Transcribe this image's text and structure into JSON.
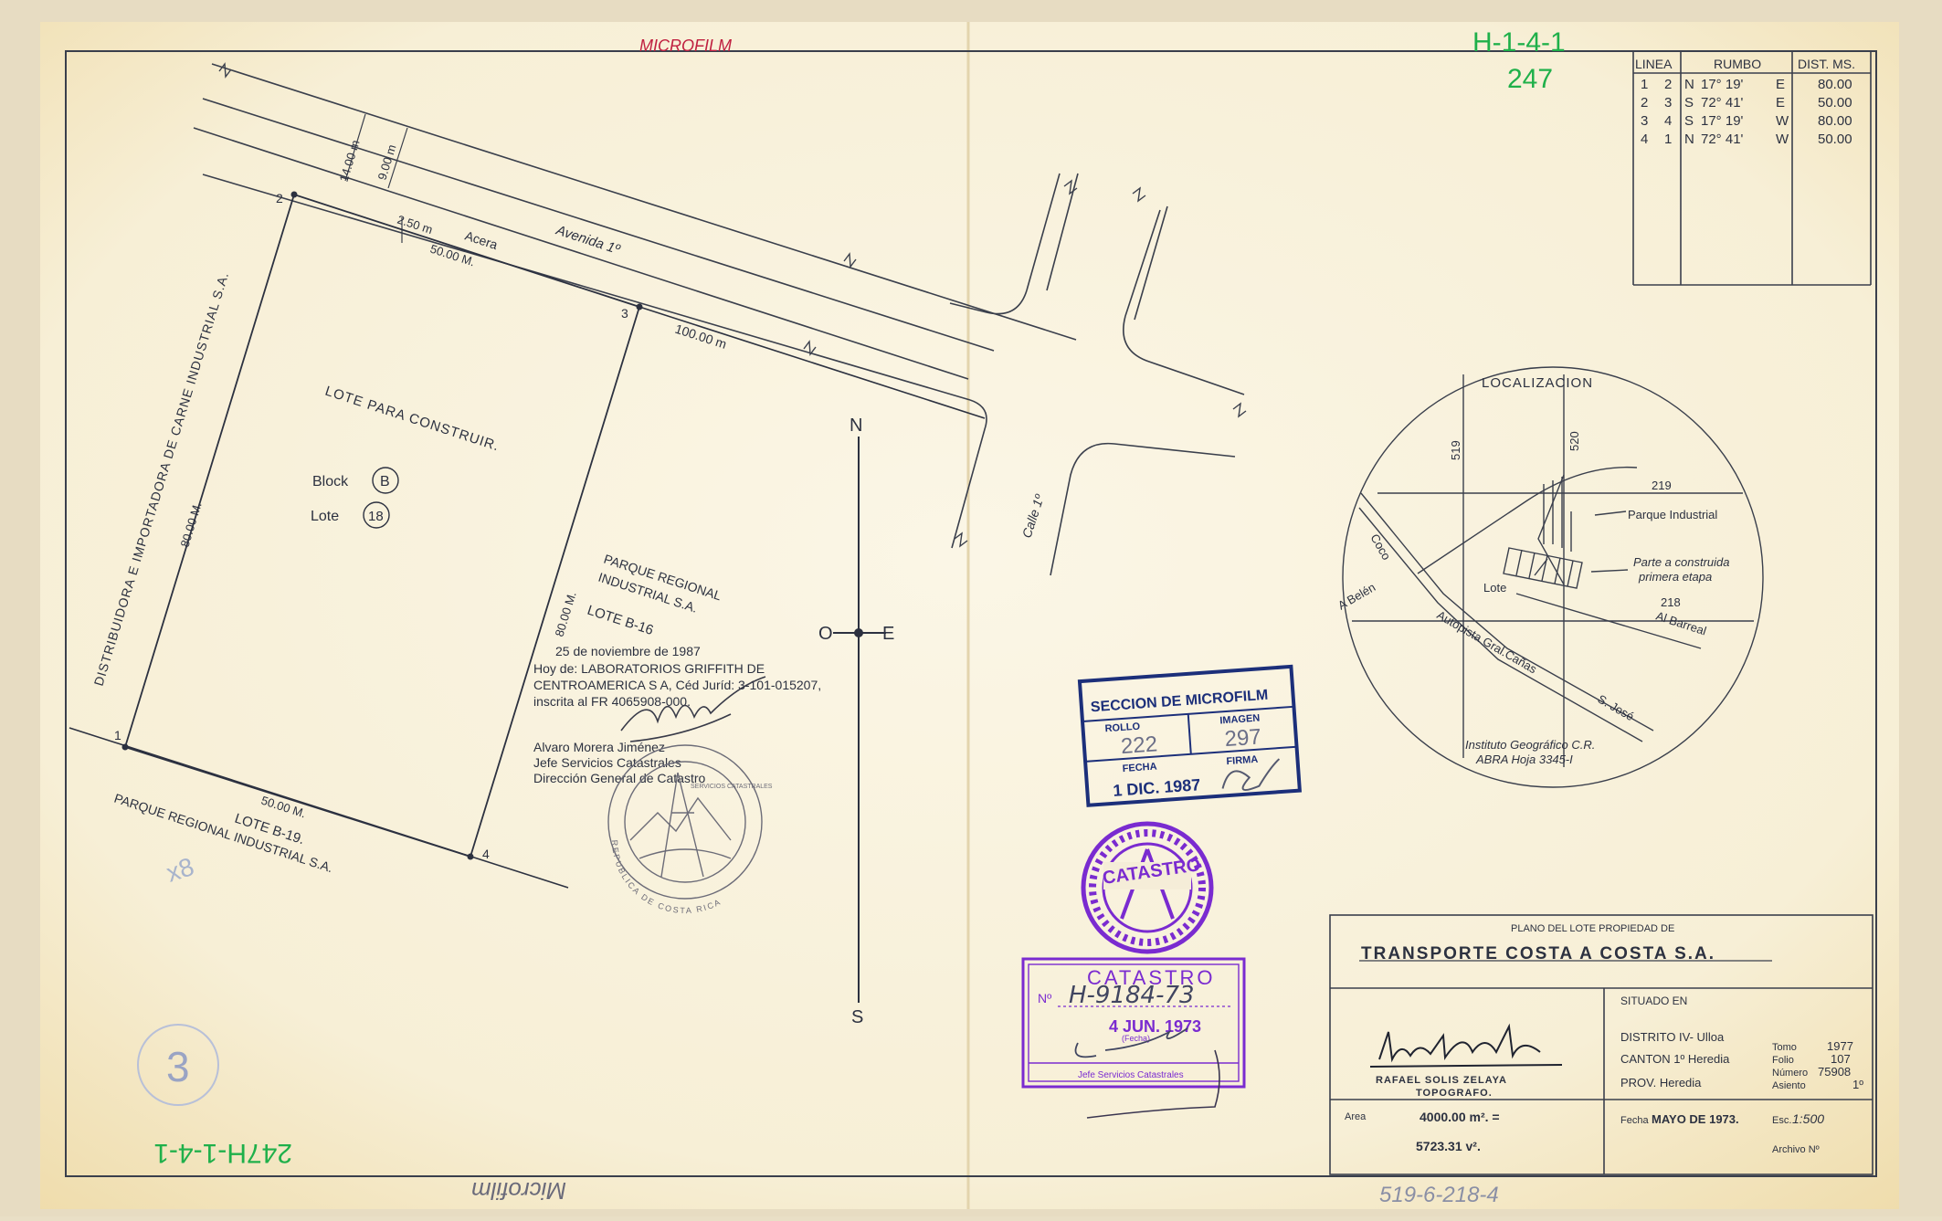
{
  "margin_notes": {
    "top_microfilm": "MICROFILM",
    "top_right_code": "H-1-4-1",
    "top_right_number": "247",
    "bottom_left_code": "247H-1-4-1",
    "bottom_microfilm": "Microfilm",
    "bottom_reference": "519-6-218-4",
    "circled_number": "3"
  },
  "bearings_table": {
    "headers": [
      "LINEA",
      "RUMBO",
      "DIST. MS."
    ],
    "rows": [
      {
        "from": "1",
        "to": "2",
        "ns": "N",
        "angle": "17° 19'",
        "ew": "E",
        "dist": "80.00"
      },
      {
        "from": "2",
        "to": "3",
        "ns": "S",
        "angle": "72° 41'",
        "ew": "E",
        "dist": "50.00"
      },
      {
        "from": "3",
        "to": "4",
        "ns": "S",
        "angle": "17° 19'",
        "ew": "W",
        "dist": "80.00"
      },
      {
        "from": "4",
        "to": "1",
        "ns": "N",
        "angle": "72° 41'",
        "ew": "W",
        "dist": "50.00"
      }
    ]
  },
  "plan": {
    "lot_label": "LOTE PARA CONSTRUIR.",
    "block_label": "Block",
    "block_value": "B",
    "lote_label": "Lote",
    "lote_value": "18",
    "west_owner": "DISTRIBUIDORA E IMPORTADORA DE CARNE INDUSTRIAL S.A.",
    "west_dist": "80.00 M.",
    "east_dist": "80.00 M.",
    "north_dist": "50.00 M.",
    "south_dist": "50.00 M.",
    "road_name": "Avenida 1º",
    "acera": "Acera",
    "dim_250": "2.50 m",
    "dim_1400": "14.00 m",
    "dim_900": "9.00 m",
    "dim_100": "100.00 m",
    "calle": "Calle 1º",
    "neighbor_east": [
      "PARQUE REGIONAL",
      "INDUSTRIAL S.A.",
      "LOTE B-16"
    ],
    "neighbor_south": [
      "LOTE B-19.",
      "PARQUE REGIONAL INDUSTRIAL S.A."
    ],
    "vertices": [
      "1",
      "2",
      "3",
      "4"
    ],
    "pencil_mark": "x8"
  },
  "compass": {
    "n": "N",
    "s": "S",
    "e": "E",
    "o": "O"
  },
  "annotation": {
    "lines": [
      "25 de noviembre de 1987",
      "Hoy de:  LABORATORIOS GRIFFITH DE",
      "CENTROAMERICA S A, Céd Juríd: 3-101-015207,",
      "inscrita al FR 4065908-000."
    ],
    "signature_lines": [
      "Alvaro Morera Jiménez",
      "Jefe Servicios Catastrales",
      "Dirección General de Catastro"
    ]
  },
  "stamps": {
    "microfilm": {
      "title": "SECCION DE MICROFILM",
      "rollo_label": "ROLLO",
      "rollo_value": "222",
      "imagen_label": "IMAGEN",
      "imagen_value": "297",
      "fecha_label": "FECHA",
      "fecha_value": "1 DIC. 1987",
      "firma_label": "FIRMA"
    },
    "catastro_round": {
      "center": "CATASTRO"
    },
    "catastro_rect": {
      "title": "CATASTRO",
      "numero_label": "Nº",
      "numero_value": "H-9184-73",
      "date_value": "4 JUN. 1973",
      "date_caption": "(Fecha)",
      "footer": "Jefe Servicios Catastrales"
    },
    "seal_text": "REPUBLICA DE COSTA RICA",
    "seal_small": "SERVICIOS CATASTRALES"
  },
  "location_map": {
    "title": "LOCALIZACION",
    "grid_labels": [
      "519",
      "520",
      "219",
      "218"
    ],
    "labels": {
      "parque": "Parque Industrial",
      "parte1": "Parte a construida",
      "parte2": "primera etapa",
      "lote": "Lote",
      "coco": "Coco",
      "belen": "A Belén",
      "autopista": "Autopista Gral.Cañas",
      "sanjose": "S. José",
      "barreal": "Al Barreal"
    },
    "source1": "Instituto Geográfico C.R.",
    "source2": "ABRA  Hoja 3345-I"
  },
  "title_block": {
    "heading": "PLANO DEL LOTE PROPIEDAD DE",
    "owner": "TRANSPORTE COSTA A COSTA S.A.",
    "situado": "SITUADO EN",
    "distrito": "DISTRITO IV- Ulloa",
    "canton": "CANTON 1º Heredia",
    "prov": "PROV. Heredia",
    "tomo_label": "Tomo",
    "tomo_value": "1977",
    "folio_label": "Folio",
    "folio_value": "107",
    "numero_label": "Número",
    "numero_value": "75908",
    "asiento_label": "Asiento",
    "asiento_value": "1º",
    "surveyor": "RAFAEL SOLIS ZELAYA",
    "surveyor_title": "TOPOGRAFO.",
    "area_label": "Area",
    "area_m2": "4000.00 m². =",
    "area_v2": "5723.31 v².",
    "fecha_label": "Fecha",
    "fecha_value": "MAYO DE 1973.",
    "escala_label": "Esc.",
    "escala_value": "1:500",
    "archivo": "Archivo Nº"
  }
}
